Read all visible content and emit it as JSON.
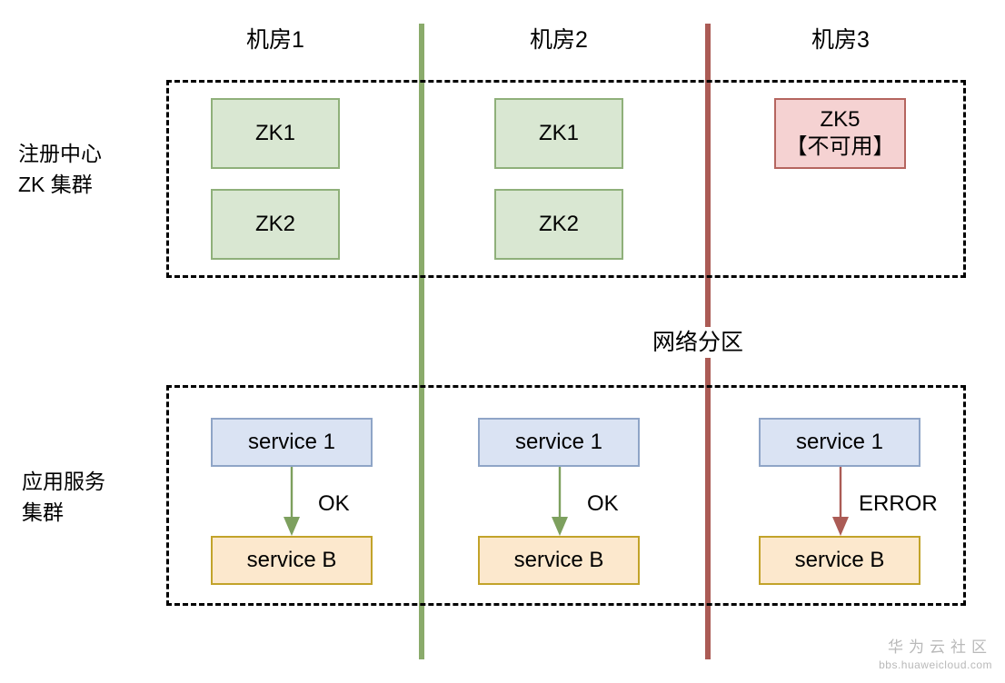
{
  "diagram": {
    "columns": [
      {
        "id": "dc1",
        "title": "机房1"
      },
      {
        "id": "dc2",
        "title": "机房2"
      },
      {
        "id": "dc3",
        "title": "机房3"
      }
    ],
    "row_labels": {
      "registry": "注册中心\nZK 集群",
      "application": "应用服务\n集群"
    },
    "partition_note": "网络分区",
    "registry_nodes": [
      {
        "col": "dc1",
        "label": "ZK1",
        "sub": "",
        "state": "available"
      },
      {
        "col": "dc1",
        "label": "ZK2",
        "sub": "",
        "state": "available"
      },
      {
        "col": "dc2",
        "label": "ZK1",
        "sub": "",
        "state": "available"
      },
      {
        "col": "dc2",
        "label": "ZK2",
        "sub": "",
        "state": "available"
      },
      {
        "col": "dc3",
        "label": "ZK5",
        "sub": "【不可用】",
        "state": "unavailable"
      }
    ],
    "application_flows": [
      {
        "col": "dc1",
        "from": "service 1",
        "to": "service B",
        "result": "OK",
        "status": "ok"
      },
      {
        "col": "dc2",
        "from": "service 1",
        "to": "service B",
        "result": "OK",
        "status": "ok"
      },
      {
        "col": "dc3",
        "from": "service 1",
        "to": "service B",
        "result": "ERROR",
        "status": "error"
      }
    ],
    "dividers": [
      {
        "id": "divider-green",
        "color": "#8aab6b"
      },
      {
        "id": "divider-red",
        "color": "#ab5b55"
      }
    ],
    "colors": {
      "zk_available_fill": "#d9e7d2",
      "zk_available_border": "#8fb07a",
      "zk_unavailable_fill": "#f5d2d2",
      "zk_unavailable_border": "#b5655f",
      "service_client_fill": "#dae3f3",
      "service_client_border": "#8fa5c7",
      "service_provider_fill": "#fce8cd",
      "service_provider_border": "#c2a32a",
      "arrow_ok": "#7da05e",
      "arrow_error": "#ab5b55",
      "divider_green": "#8aab6b",
      "divider_red": "#ab5b55"
    }
  },
  "watermark": {
    "main": "华为云社区",
    "sub": "bbs.huaweicloud.com"
  }
}
